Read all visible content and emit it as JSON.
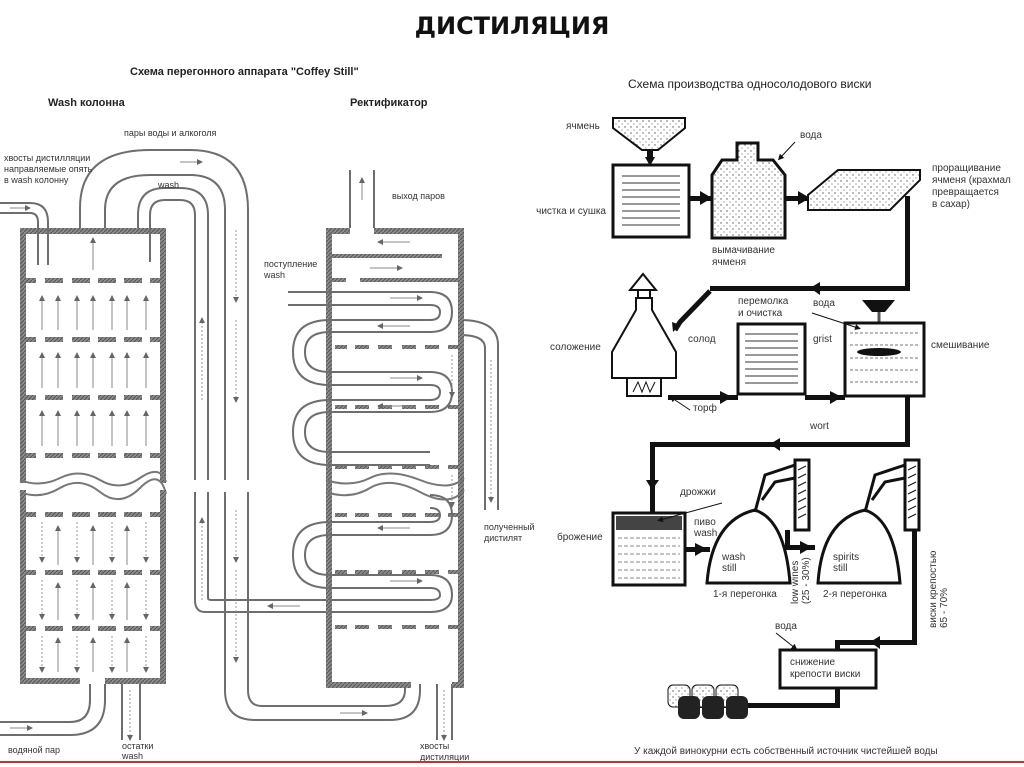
{
  "title": "ДИСТИЛЯЦИЯ",
  "left_diagram": {
    "title": "Схема перегонного аппарата \"Coffey Still\"",
    "wash_column_label": "Wash колонна",
    "rectifier_label": "Ректификатор",
    "labels": {
      "vapors": "пары воды и алкоголя",
      "tails_return_1": "хвосты дистилляции",
      "tails_return_2": "направляемые опять",
      "tails_return_3": "в wash колонну",
      "wash": "wash",
      "vapor_exit": "выход паров",
      "wash_inlet_1": "поступление",
      "wash_inlet_2": "wash",
      "distillate_1": "полученный",
      "distillate_2": "дистилят",
      "steam": "водяной пар",
      "wash_residue_1": "остатки",
      "wash_residue_2": "wash",
      "tails_1": "хвосты",
      "tails_2": "дистиляции"
    }
  },
  "right_diagram": {
    "title": "Схема производства односолодового виски",
    "labels": {
      "barley": "ячмень",
      "water_1": "вода",
      "cleaning_drying": "чистка и сушка",
      "steeping_1": "вымачивание",
      "steeping_2": "ячменя",
      "germination_1": "проращивание",
      "germination_2": "ячменя (крахмал",
      "germination_3": "превращается",
      "germination_4": "в сахар)",
      "malting": "соложение",
      "malt": "солод",
      "peat": "торф",
      "milling_1": "перемолка",
      "milling_2": "и очистка",
      "water_2": "вода",
      "grist": "grist",
      "mashing": "смешивание",
      "wort": "wort",
      "yeast": "дрожжи",
      "fermentation": "брожение",
      "beer_1": "пиво",
      "beer_2": "wash",
      "wash_still_1": "wash",
      "wash_still_2": "still",
      "first_distillation": "1-я перегонка",
      "low_wines_1": "low wines",
      "low_wines_2": "(25 - 30%)",
      "spirits_still_1": "spirits",
      "spirits_still_2": "still",
      "second_distillation": "2-я перегонка",
      "whisky_strength_1": "виски крепостью",
      "whisky_strength_2": "65 - 70%",
      "water_3": "вода",
      "dilution_1": "снижение",
      "dilution_2": "крепости виски"
    },
    "footer_note": "У каждой винокурни есть собственный источник чистейшей воды"
  },
  "colors": {
    "accent_line": "#c8302e",
    "ink": "#222222",
    "pipe": "#6e6e6e"
  }
}
